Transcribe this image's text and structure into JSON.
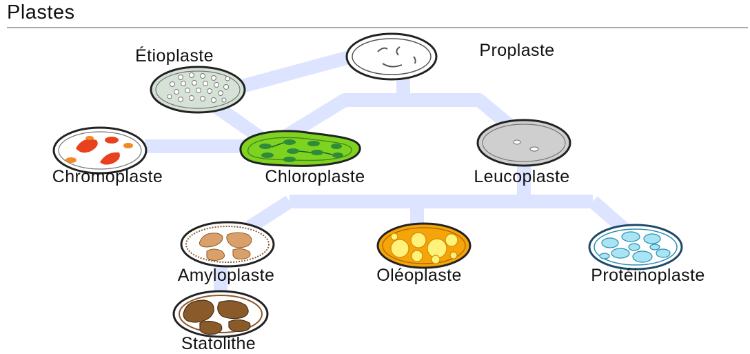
{
  "header": {
    "title": "Plastes"
  },
  "nodes": {
    "proplaste": "Proplaste",
    "etioplaste": "Étioplaste",
    "chromoplaste": "Chromoplaste",
    "chloroplaste": "Chloroplaste",
    "leucoplaste": "Leucoplaste",
    "amyloplaste": "Amyloplaste",
    "oleoplaste": "Oléoplaste",
    "proteinoplaste": "Protéinoplaste",
    "statolithe": "Statolithe"
  },
  "colors": {
    "connector": "#dde4ff",
    "outline": "#222222",
    "chloroplast_fill": "#7ed321",
    "chloroplast_grana": "#2e8b3a",
    "chromoplast_pigment": "#e8411e",
    "amyloplast_grain": "#d9a06a",
    "oleoplast_fill": "#f5a50a",
    "oleoplast_droplet": "#fff27a",
    "proteinoplast_body": "#7fd0ea",
    "statolith_grain": "#8b5a2b"
  }
}
